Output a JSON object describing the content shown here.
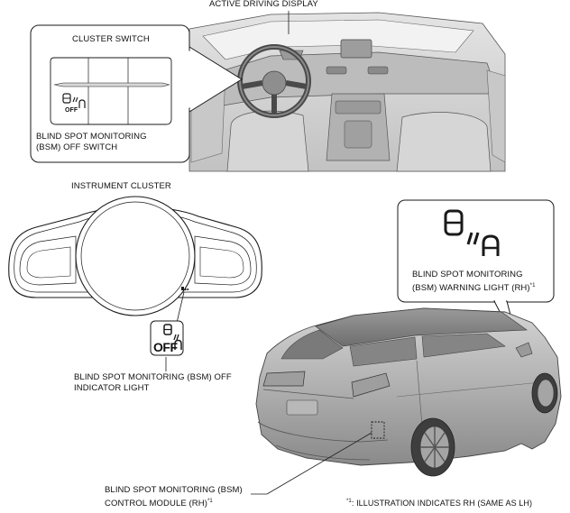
{
  "labels": {
    "active_driving_display": "ACTIVE DRIVING DISPLAY",
    "cluster_switch": "CLUSTER SWITCH",
    "bsm_off_switch_line1": "BLIND SPOT MONITORING",
    "bsm_off_switch_line2": "(BSM) OFF SWITCH",
    "instrument_cluster": "INSTRUMENT CLUSTER",
    "warning_light_line1": "BLIND SPOT MONITORING",
    "warning_light_line2": "(BSM) WARNING LIGHT (RH)",
    "indicator_line1": "BLIND SPOT MONITORING (BSM) OFF",
    "indicator_line2": "INDICATOR LIGHT",
    "control_module_line1": "BLIND SPOT MONITORING (BSM)",
    "control_module_line2": "CONTROL MODULE (RH)",
    "footnote_mark": "*1",
    "footnote_text": ": ILLUSTRATION INDICATES RH (SAME AS LH)",
    "switch_off_text": "OFF",
    "indicator_off_text": "OFF"
  },
  "icons": {
    "bsm_car_icon": "car-with-radar-waves-icon",
    "bsm_off_icon": "bsm-off-icon"
  },
  "colors": {
    "line": "#1a1a1a",
    "car_body": "#bdbdbd",
    "interior": "#cfcfcf"
  }
}
